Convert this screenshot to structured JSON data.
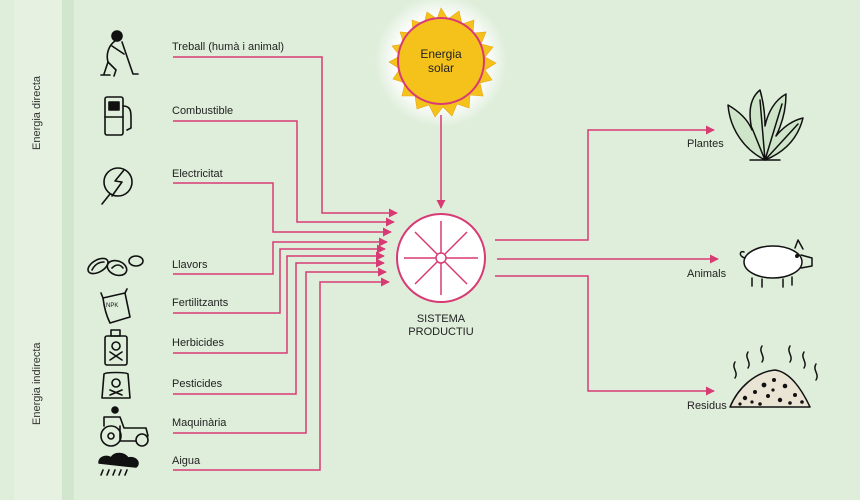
{
  "side_labels": {
    "direct": "Energia directa",
    "indirect": "Energia indirecta"
  },
  "sun": {
    "line1": "Energia",
    "line2": "solar"
  },
  "system": {
    "line1": "SISTEMA",
    "line2": "PRODUCTIU"
  },
  "inputs": [
    {
      "label": "Treball (humà i animal)",
      "icon": "worker-icon"
    },
    {
      "label": "Combustible",
      "icon": "fuel-pump-icon"
    },
    {
      "label": "Electricitat",
      "icon": "electricity-icon"
    },
    {
      "label": "Llavors",
      "icon": "seeds-icon"
    },
    {
      "label": "Fertilitzants",
      "icon": "fertilizer-bag-icon"
    },
    {
      "label": "Herbicides",
      "icon": "herbicide-can-icon"
    },
    {
      "label": "Pesticides",
      "icon": "pesticide-bag-icon"
    },
    {
      "label": "Maquinària",
      "icon": "tractor-icon"
    },
    {
      "label": "Aigua",
      "icon": "rain-cloud-icon"
    }
  ],
  "outputs": [
    {
      "label": "Plantes",
      "icon": "lettuce-icon"
    },
    {
      "label": "Animals",
      "icon": "pig-icon"
    },
    {
      "label": "Residus",
      "icon": "waste-pile-icon"
    }
  ],
  "colors": {
    "arrow": "#d83a74",
    "sun": "#f5c21c",
    "background": "#dfeedb"
  }
}
